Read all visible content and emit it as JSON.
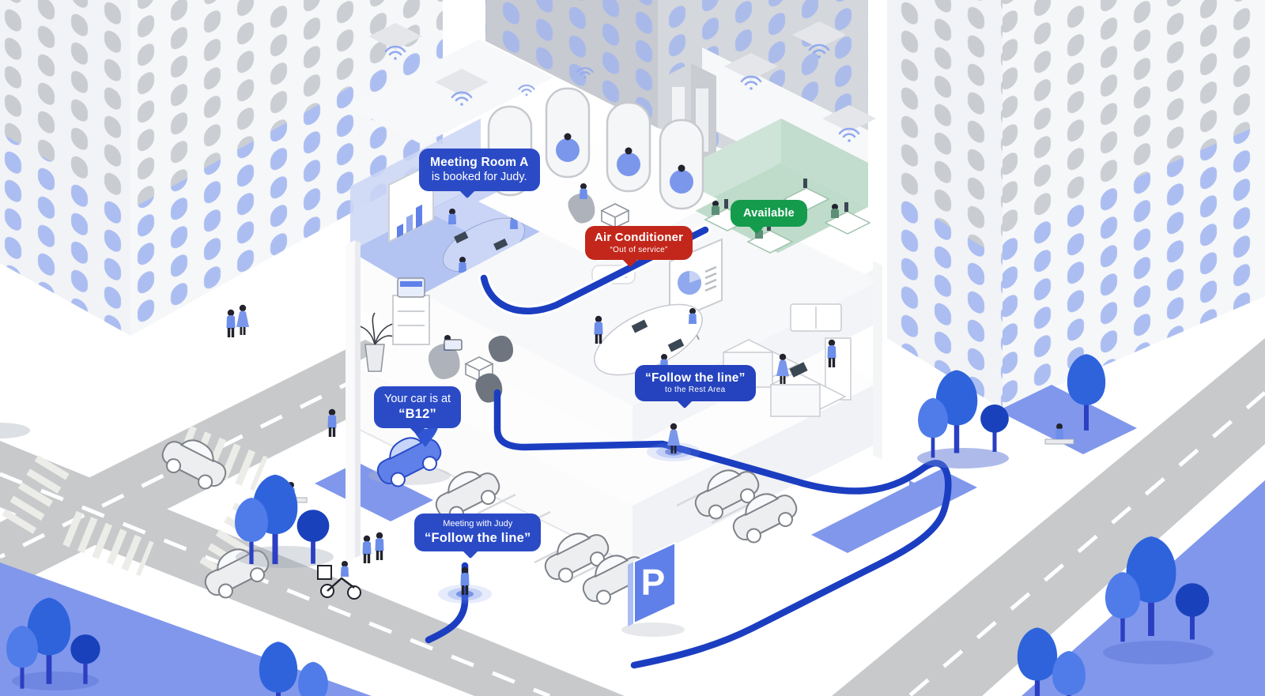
{
  "scene": {
    "type": "isometric smart-office building illustration"
  },
  "callouts": {
    "meeting_room": {
      "title": "Meeting Room A",
      "subtitle": "is booked for Judy.",
      "color": "#2B4BC6"
    },
    "available": {
      "title": "Available",
      "color": "#159B4C"
    },
    "air_conditioner": {
      "title": "Air Conditioner",
      "subtitle": "“Out of service”",
      "color": "#C3271B"
    },
    "follow_line_rest": {
      "title": "“Follow the line”",
      "subtitle": "to the Rest Area",
      "color": "#2543BE"
    },
    "your_car": {
      "title": "Your car is at",
      "subtitle": "“B12”",
      "color": "#2B4BC6"
    },
    "meeting_judy": {
      "title": "Meeting with Judy",
      "subtitle": "“Follow the line”",
      "color": "#2B4BC6"
    }
  },
  "parking_sign": {
    "label": "P",
    "color": "#5F80E8"
  },
  "icons": {
    "wifi_sensor": "wifi-arcs",
    "location_pin": "map-pin",
    "parking": "P-sign"
  },
  "palette": {
    "path_line": "#1B3EC1",
    "park_green_space": "#8097EC",
    "road": "#C7C9CB",
    "meeting_room_floor": "#B3C3F2",
    "available_room_floor": "#BFDCCB",
    "tree_primary": "#2E63DC",
    "tree_dark": "#1A41BC",
    "tree_light": "#4F7CE9",
    "window_blue": "#9FB4F0",
    "window_gray": "#C9CCD1"
  }
}
